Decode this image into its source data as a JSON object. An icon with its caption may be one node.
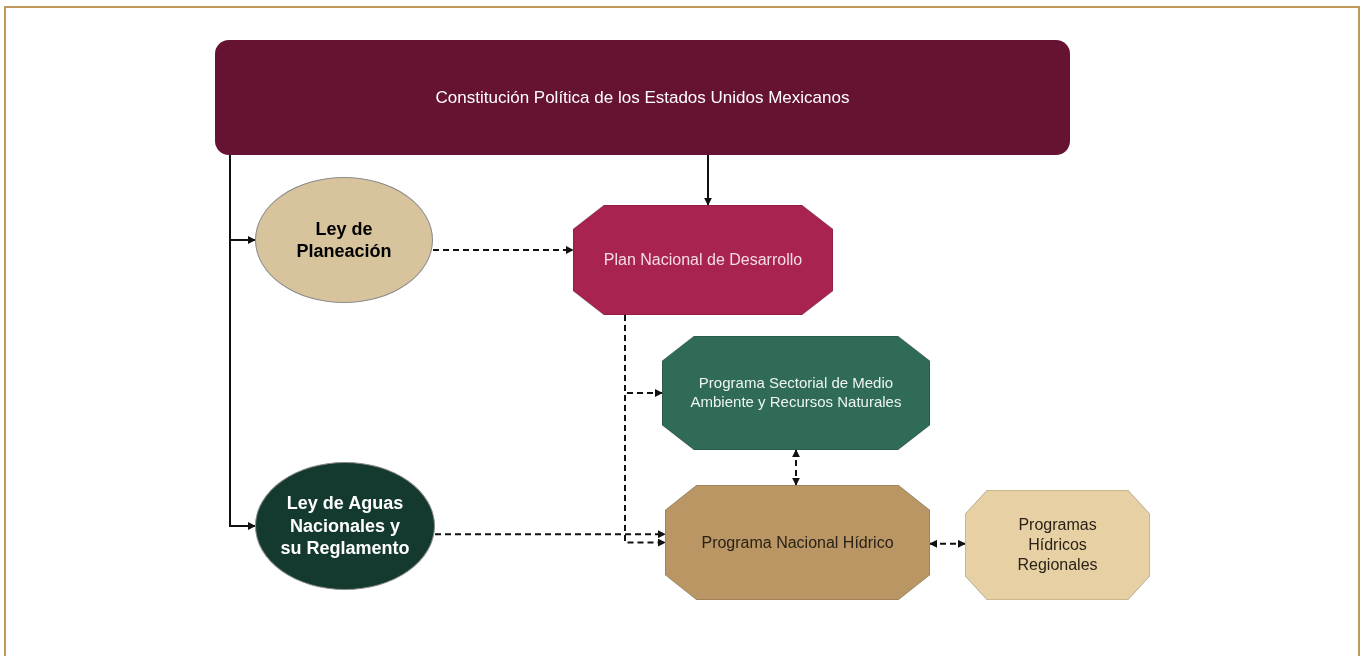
{
  "diagram": {
    "nodes": [
      {
        "text": [
          "Constitución Política de los Estados Unidos Mexicanos"
        ]
      },
      {
        "text": [
          "Ley de Planeación"
        ]
      },
      {
        "text": [
          "Plan Nacional de Desarrollo"
        ]
      },
      {
        "text": [
          "Programa Sectorial de Medio Ambiente y Recursos Naturales"
        ]
      },
      {
        "text": [
          "Ley de Aguas Nacionales y su Reglamento"
        ]
      },
      {
        "text": [
          "Programa Nacional Hídrico"
        ]
      },
      {
        "text": [
          "Programas Hídricos Regionales"
        ]
      }
    ],
    "edges": [
      {
        "from": 0,
        "to": 1,
        "arrow": "to"
      },
      {
        "from": 0,
        "to": 4,
        "arrow": "to"
      },
      {
        "from": 0,
        "to": 2,
        "arrow": "to"
      },
      {
        "from": 1,
        "to": 2,
        "arrow": "to",
        "style": "dashed"
      },
      {
        "from": 2,
        "to": 3,
        "arrow": "to",
        "style": "dashed"
      },
      {
        "from": 2,
        "to": 5,
        "arrow": "to",
        "style": "dashed"
      },
      {
        "from": 4,
        "to": 5,
        "arrow": "to",
        "style": "dashed"
      },
      {
        "from": 3,
        "to": 5,
        "arrow": "both",
        "style": "dashed"
      },
      {
        "from": 5,
        "to": 6,
        "arrow": "both",
        "style": "dashed"
      }
    ]
  }
}
